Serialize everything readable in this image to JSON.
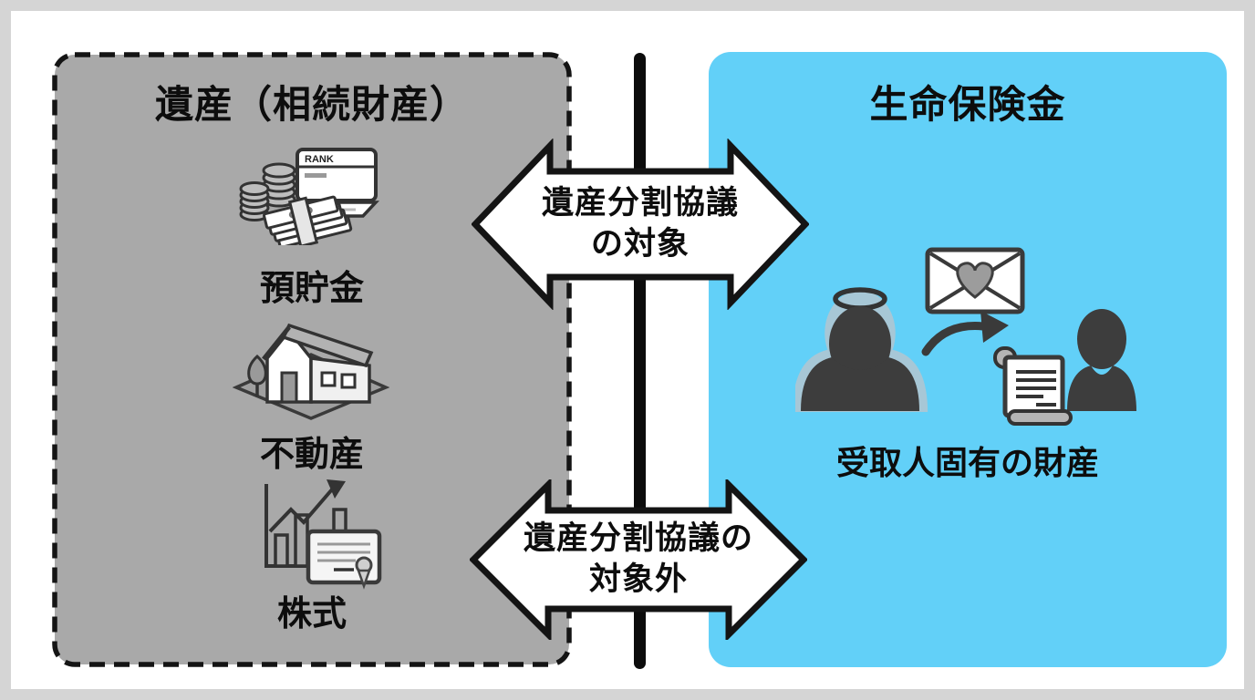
{
  "colors": {
    "frame": "#d5d5d5",
    "background": "#ffffff",
    "left_panel_bg": "#a9a9a9",
    "left_panel_border": "#141414",
    "right_panel_bg": "#62d0f8",
    "divider": "#0c0c0c",
    "arrow_fill": "#ffffff",
    "arrow_outline": "#141414",
    "silhouette": "#3d3d3d",
    "silhouette_glow": "#a7c7d6",
    "text": "#0d0d0d"
  },
  "left_panel": {
    "title": "遺産（相続財産）",
    "items": [
      {
        "label": "預貯金",
        "icon": "cash-coins-passbook-icon",
        "passbook_text": "RANK"
      },
      {
        "label": "不動産",
        "icon": "house-land-icon"
      },
      {
        "label": "株式",
        "icon": "stock-chart-certificate-icon"
      }
    ]
  },
  "right_panel": {
    "title": "生命保険金",
    "caption": "受取人固有の財産",
    "icons": [
      "halo-icon",
      "deceased-person-icon",
      "heart-envelope-icon",
      "curved-arrow-icon",
      "beneficiary-person-icon",
      "policy-scroll-icon"
    ]
  },
  "divider": {
    "name": "center-divider-bar"
  },
  "arrows": {
    "top": {
      "line1": "遺産分割協議",
      "line2": "の対象"
    },
    "bottom": {
      "line1": "遺産分割協議の",
      "line2": "対象外"
    }
  }
}
